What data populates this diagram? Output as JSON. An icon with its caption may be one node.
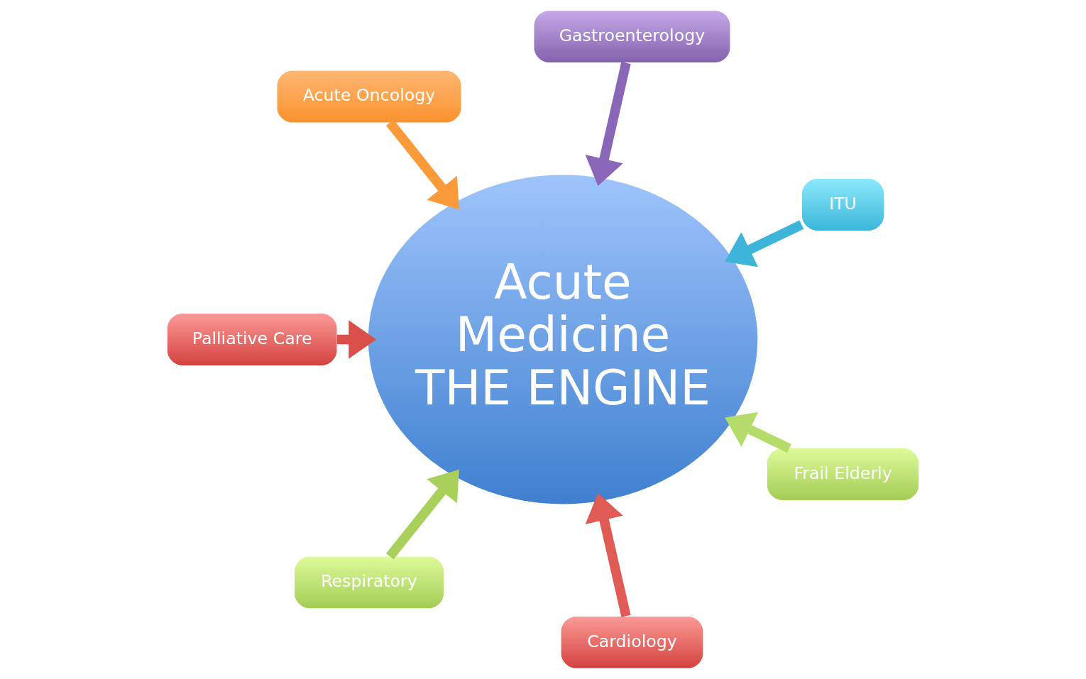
{
  "diagram": {
    "nodes": [
      {
        "text": [
          "ITU"
        ]
      },
      {
        "text": [
          "Gastroenterology"
        ]
      },
      {
        "text": [
          "Acute Oncology"
        ]
      },
      {
        "text": [
          "Palliative Care"
        ]
      },
      {
        "text": [
          "Respiratory"
        ]
      },
      {
        "text": [
          "Acute Medicine THE ENGINE"
        ]
      },
      {
        "text": [
          "Cardiology"
        ]
      },
      {
        "text": [
          "Frail Elderly"
        ]
      }
    ],
    "edges": [
      {
        "from": 0,
        "to": 5,
        "arrow": "to",
        "color": "#3db5d8"
      },
      {
        "from": 1,
        "to": 5,
        "arrow": "to",
        "color": "#8a66b8"
      },
      {
        "from": 2,
        "to": 5,
        "arrow": "to",
        "color": "#fb9a3a"
      },
      {
        "from": 3,
        "to": 5,
        "arrow": "to",
        "color": "#d9504b"
      },
      {
        "from": 4,
        "to": 5,
        "arrow": "to",
        "color": "#a8d05a"
      },
      {
        "from": 6,
        "to": 5,
        "arrow": "to",
        "color": "#e05a56"
      },
      {
        "from": 7,
        "to": 5,
        "arrow": "to",
        "color": "#b5dc6a"
      }
    ]
  }
}
